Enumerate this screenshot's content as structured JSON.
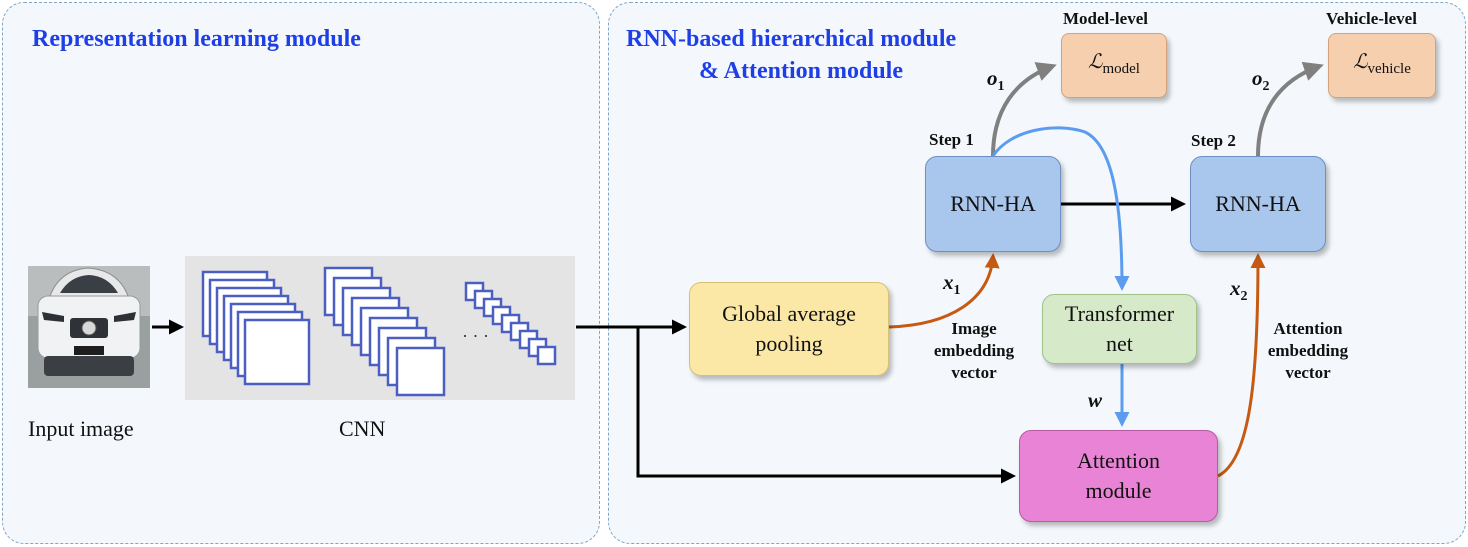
{
  "left_panel": {
    "title": "Representation learning module"
  },
  "right_panel": {
    "title_line1": "RNN-based hierarchical module",
    "title_line2": "& Attention module"
  },
  "input_image": {
    "label": "Input image"
  },
  "cnn": {
    "label": "CNN",
    "ellipsis": "· · ·"
  },
  "nodes": {
    "gap": {
      "line1": "Global average",
      "line2": "pooling"
    },
    "rnn1": {
      "label": "RNN-HA",
      "step": "Step 1"
    },
    "rnn2": {
      "label": "RNN-HA",
      "step": "Step 2"
    },
    "transformer": {
      "line1": "Transformer",
      "line2": "net"
    },
    "attention": {
      "line1": "Attention",
      "line2": "module"
    },
    "loss_model": {
      "level": "Model-level",
      "symbol": "ℒ",
      "sub": "model"
    },
    "loss_vehicle": {
      "level": "Vehicle-level",
      "symbol": "ℒ",
      "sub": "vehicle"
    }
  },
  "edge_labels": {
    "o1": {
      "base": "o",
      "sub": "1"
    },
    "o2": {
      "base": "o",
      "sub": "2"
    },
    "x1": {
      "base": "x",
      "sub": "1"
    },
    "x2": {
      "base": "x",
      "sub": "2"
    },
    "w": "w",
    "image_embedding": [
      "Image",
      "embedding",
      "vector"
    ],
    "attention_embedding": [
      "Attention",
      "embedding",
      "vector"
    ]
  },
  "colors": {
    "panel_title": "#1f3fe6",
    "arrow_black": "#000000",
    "arrow_gray": "#808080",
    "arrow_blue": "#5b9cf0",
    "arrow_orange": "#c65a12"
  }
}
